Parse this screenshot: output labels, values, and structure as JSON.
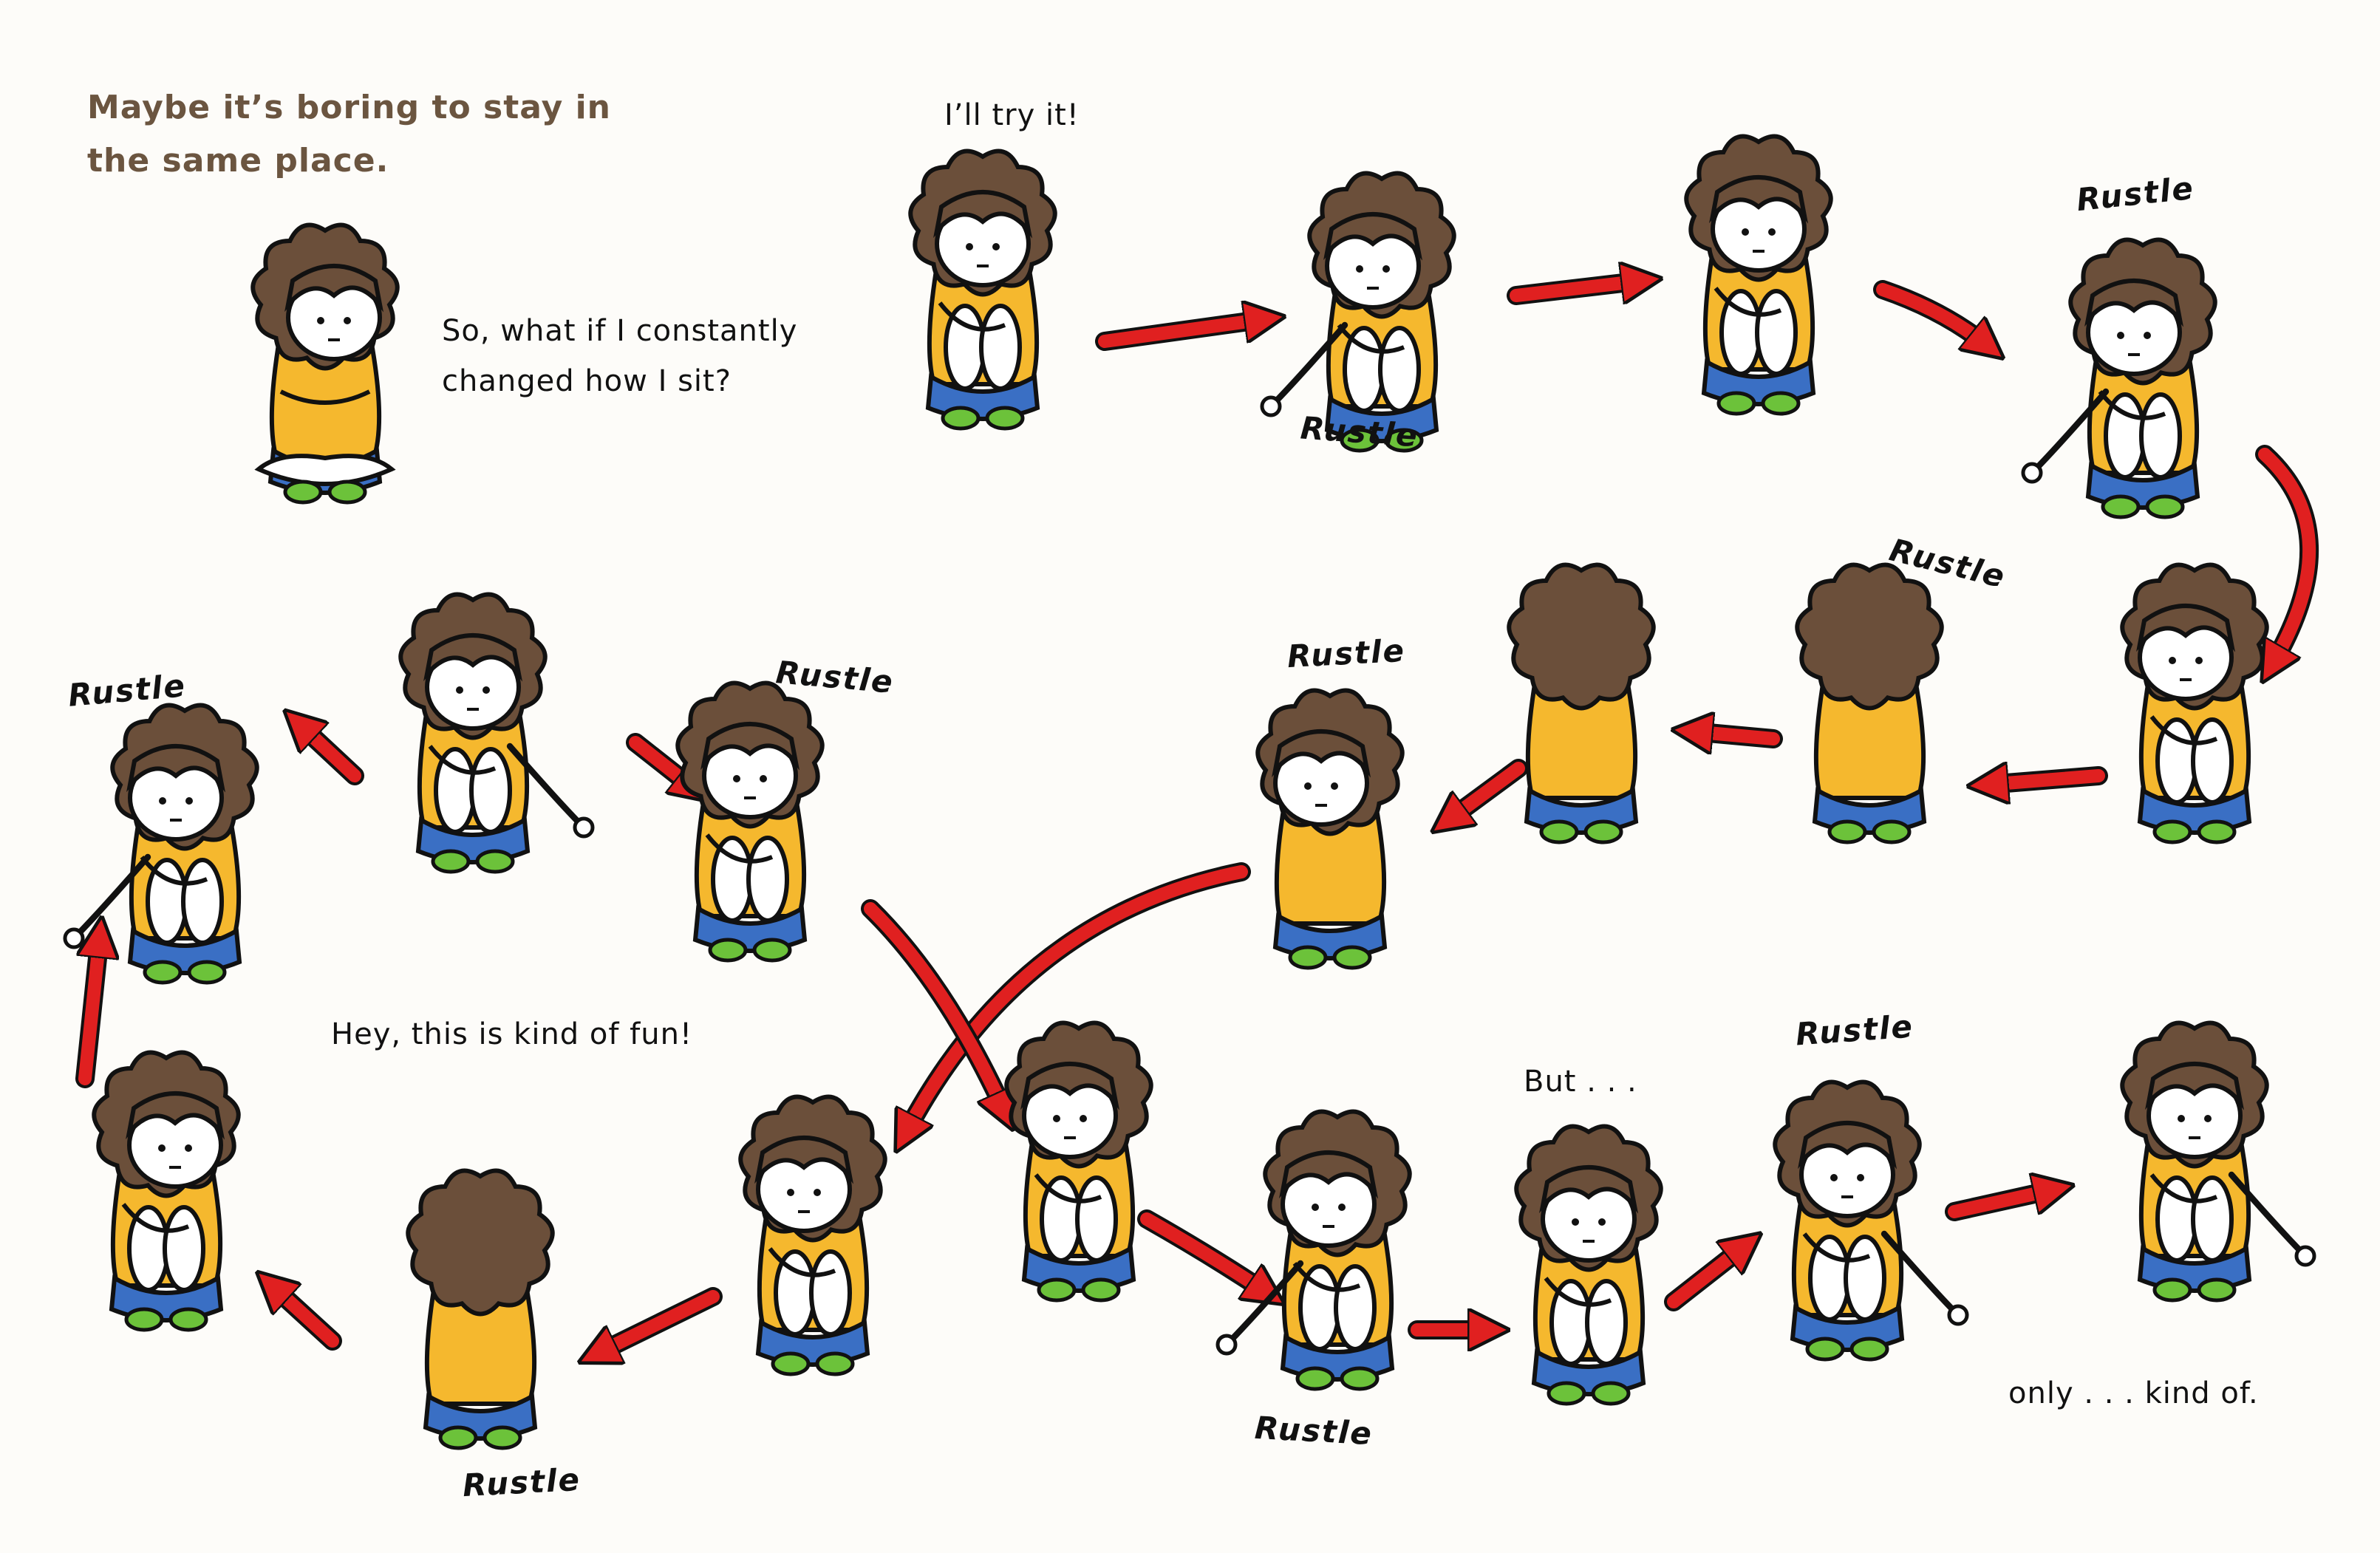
{
  "narration": "Maybe it’s boring to stay in the same place.",
  "speech": {
    "question": "So, what if I constantly changed how I sit?",
    "try": "I’ll try it!",
    "fun": "Hey, this is kind of fun!",
    "but": "But . . .",
    "kind_of": "only . . . kind of."
  },
  "sfx_label": "Rustle",
  "colors": {
    "hair": "#6b4f3a",
    "shirt": "#f5b82e",
    "shorts": "#3a6fc4",
    "shoes": "#6cc23a",
    "skin": "#ffffff",
    "arrow": "#e02020",
    "outline": "#111111"
  },
  "figures": [
    {
      "id": "f1",
      "pose": "crosslegged",
      "facing": "right"
    },
    {
      "id": "f2",
      "pose": "hugknees",
      "facing": "front"
    },
    {
      "id": "f3",
      "pose": "reach",
      "facing": "left"
    },
    {
      "id": "f4",
      "pose": "hugknees",
      "facing": "front"
    },
    {
      "id": "f5",
      "pose": "reach",
      "facing": "left"
    },
    {
      "id": "f6",
      "pose": "hugknees",
      "facing": "left"
    },
    {
      "id": "f7",
      "pose": "back",
      "facing": "away"
    },
    {
      "id": "f8",
      "pose": "back",
      "facing": "away"
    },
    {
      "id": "f9",
      "pose": "back",
      "facing": "left"
    },
    {
      "id": "f10",
      "pose": "reach",
      "facing": "front"
    },
    {
      "id": "f11",
      "pose": "hugknees",
      "facing": "front"
    },
    {
      "id": "f12",
      "pose": "reach",
      "facing": "left"
    },
    {
      "id": "f13",
      "pose": "hugknees",
      "facing": "right"
    },
    {
      "id": "f14",
      "pose": "back",
      "facing": "away"
    },
    {
      "id": "f15",
      "pose": "hugknees",
      "facing": "left"
    },
    {
      "id": "f16",
      "pose": "hugknees",
      "facing": "left"
    },
    {
      "id": "f17",
      "pose": "reach",
      "facing": "left"
    },
    {
      "id": "f18",
      "pose": "hugknees",
      "facing": "front"
    },
    {
      "id": "f19",
      "pose": "reach",
      "facing": "front"
    },
    {
      "id": "f20",
      "pose": "lean",
      "facing": "front"
    }
  ]
}
